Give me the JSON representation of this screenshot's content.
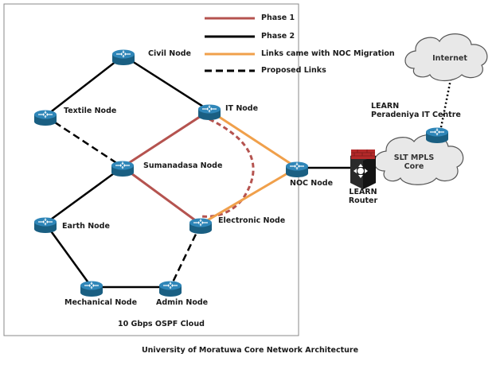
{
  "legend": {
    "phase1": "Phase 1",
    "phase2": "Phase 2",
    "noc": "Links came with NOC Migration",
    "proposed": "Proposed Links"
  },
  "colors": {
    "phase1": "#b5534f",
    "phase2": "#000000",
    "noc": "#f0a04b",
    "proposed": "#000000",
    "router_body": "#1f6e94",
    "firewall": "#b52a2a"
  },
  "nodes": {
    "civil": "Civil Node",
    "textile": "Textile Node",
    "it": "IT Node",
    "sumanadasa": "Sumanadasa Node",
    "noc": "NOC Node",
    "earth": "Earth Node",
    "electronic": "Electronic Node",
    "mechanical": "Mechanical Node",
    "admin": "Admin Node",
    "peradeniya_line1": "LEARN",
    "peradeniya_line2": "Peradeniya IT Centre",
    "learn_router_line1": "LEARN",
    "learn_router_line2": "Router",
    "slt_line1": "SLT MPLS",
    "slt_line2": "Core",
    "internet": "Internet"
  },
  "cloud_label": "10 Gbps OSPF Cloud",
  "caption": "University of Moratuwa Core Network Architecture",
  "icons": [
    "router-icon",
    "firewall-router-icon",
    "cloud-icon"
  ]
}
